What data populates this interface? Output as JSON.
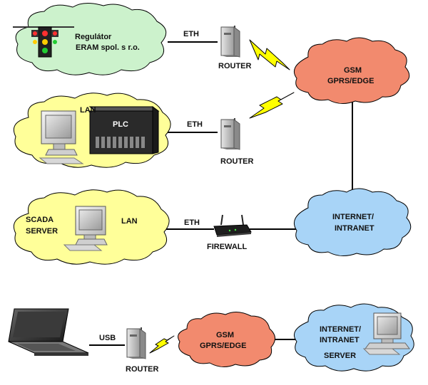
{
  "colors": {
    "cloud_green": "#ccf2cc",
    "cloud_yellow": "#ffff99",
    "cloud_red": "#f28a6e",
    "cloud_blue": "#a8d4f7",
    "link": "#000000",
    "lightning": "#ffff00"
  },
  "nodes": {
    "regulator_cloud": {
      "line1": "Regulátor",
      "line2": "ERAM spol. s r.o."
    },
    "plc_cloud": {
      "lan": "LAN",
      "plc": "PLC"
    },
    "scada_cloud": {
      "line1": "SCADA",
      "line2": "SERVER",
      "lan": "LAN"
    },
    "gsm_top": {
      "line1": "GSM",
      "line2": "GPRS/EDGE"
    },
    "internet_mid": {
      "line1": "INTERNET/",
      "line2": "INTRANET"
    },
    "gsm_bottom": {
      "line1": "GSM",
      "line2": "GPRS/EDGE"
    },
    "internet_bottom": {
      "line1": "INTERNET/",
      "line2": "INTRANET",
      "server": "SERVER"
    }
  },
  "devices": {
    "router_1": "ROUTER",
    "router_2": "ROUTER",
    "firewall": "FIREWALL",
    "router_3": "ROUTER"
  },
  "links": {
    "eth_1": "ETH",
    "eth_2": "ETH",
    "eth_3": "ETH",
    "usb": "USB"
  },
  "icons": [
    "traffic-light-icon",
    "computer-icon",
    "plc-rack-icon",
    "router-icon",
    "firewall-icon",
    "laptop-icon",
    "server-icon",
    "lightning-icon"
  ]
}
